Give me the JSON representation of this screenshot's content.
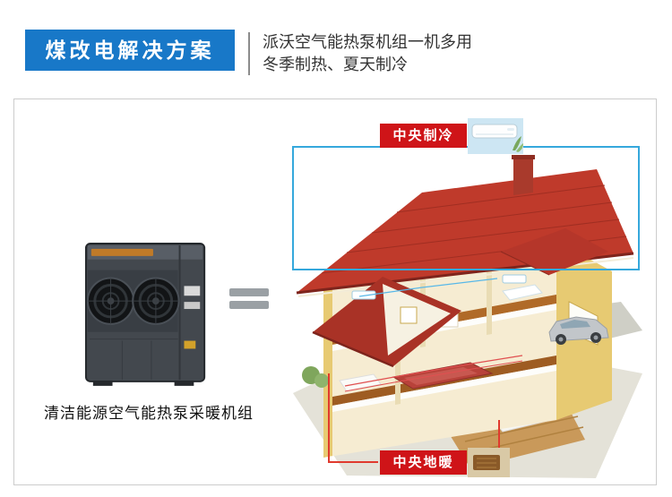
{
  "header": {
    "title": "煤改电解决方案",
    "subtitle_line1": "派沃空气能热泵机组一机多用",
    "subtitle_line2": "冬季制热、夏天制冷"
  },
  "panel": {
    "unit_caption": "清洁能源空气能热泵采暖机组",
    "cooling_label": "中央制冷",
    "heating_label": "中央地暖"
  },
  "colors": {
    "header_blue": "#1878c8",
    "label_red": "#cf1418",
    "cooling_blue": "#35a8dc",
    "heating_red": "#e03a2e",
    "panel_border": "#cccccc"
  }
}
